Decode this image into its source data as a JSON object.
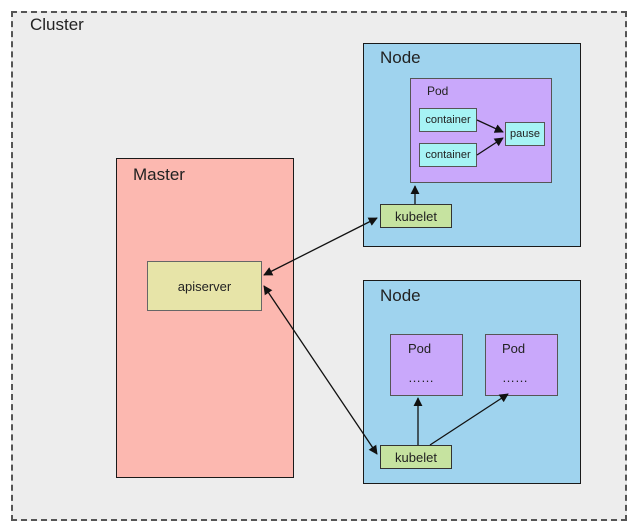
{
  "cluster": {
    "label": "Cluster"
  },
  "master": {
    "label": "Master",
    "apiserver": "apiserver"
  },
  "node1": {
    "label": "Node",
    "pod_label": "Pod",
    "containers": [
      "container",
      "container"
    ],
    "pause": "pause",
    "kubelet": "kubelet"
  },
  "node2": {
    "label": "Node",
    "pods": [
      {
        "label": "Pod",
        "content": "……"
      },
      {
        "label": "Pod",
        "content": "……"
      }
    ],
    "kubelet": "kubelet"
  },
  "colors": {
    "node": "#9fd3ee",
    "master": "#fcb8b0",
    "pod": "#c9a8fb",
    "kubelet": "#c6e3a0",
    "apiserver": "#e7e4a8",
    "container": "#a6f3f5",
    "cluster_bg": "#ededed"
  }
}
